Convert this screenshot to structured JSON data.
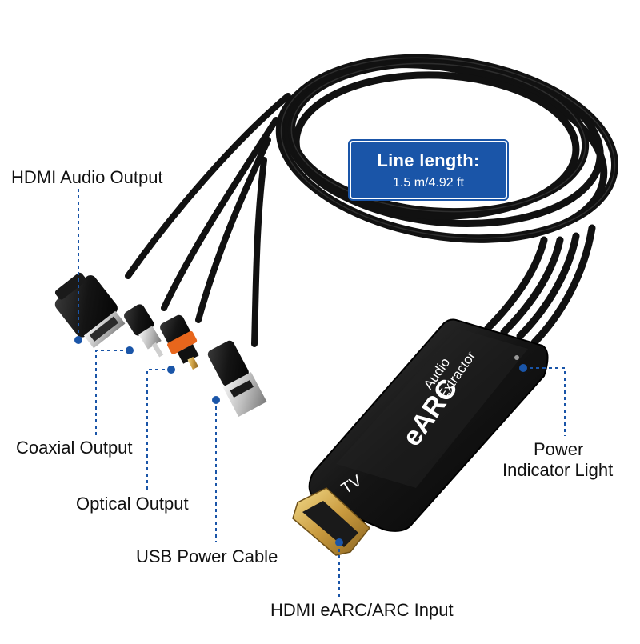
{
  "badge": {
    "title": "Line length:",
    "value": "1.5 m/4.92 ft"
  },
  "labels": {
    "hdmi_audio_output": "HDMI Audio Output",
    "coaxial_output": "Coaxial Output",
    "optical_output": "Optical Output",
    "usb_power_cable": "USB Power Cable",
    "hdmi_input": "HDMI eARC/ARC Input",
    "power_light_line1": "Power",
    "power_light_line2": "Indicator Light"
  },
  "device": {
    "brand_text": "eARC",
    "product_text_line1": "Audio",
    "product_text_line2": "Extractor",
    "port_marking": "TV"
  },
  "colors": {
    "callout_blue": "#1a55a8",
    "cable_black": "#111111",
    "optical_orange": "#e8661c",
    "hdmi_gold": "#d9b65c"
  }
}
